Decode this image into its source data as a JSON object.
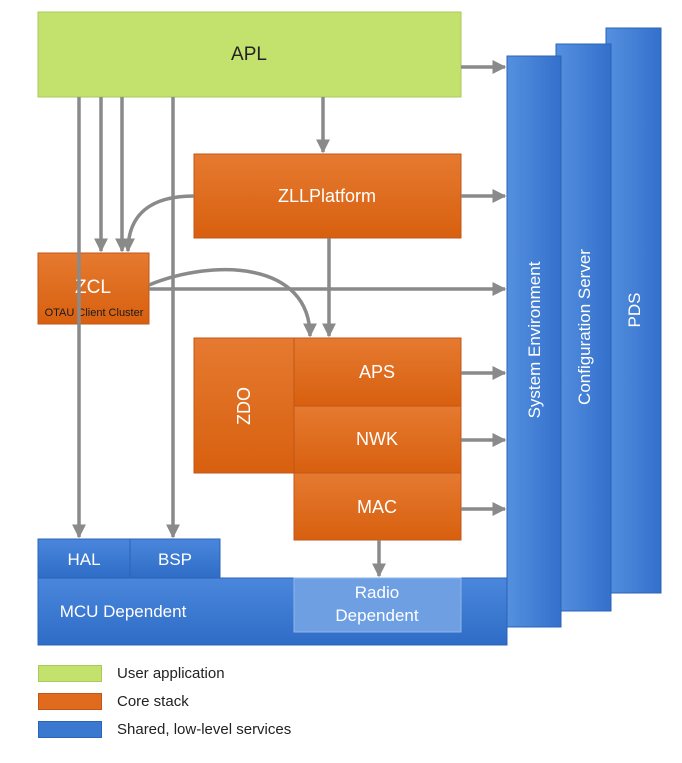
{
  "colors": {
    "user_application": "#c3e16d",
    "core_stack": "#e06b1e",
    "shared_services": "#3b79d1",
    "arrow": "#8a8a8a"
  },
  "blocks": {
    "apl": "APL",
    "zllplatform": "ZLLPlatform",
    "zcl": "ZCL",
    "zcl_sub": "OTAU Client Cluster",
    "zdo": "ZDO",
    "aps": "APS",
    "nwk": "NWK",
    "mac": "MAC",
    "hal": "HAL",
    "bsp": "BSP",
    "mcu_dependent": "MCU Dependent",
    "radio_dependent_line1": "Radio",
    "radio_dependent_line2": "Dependent",
    "system_environment": "System Environment",
    "configuration_server": "Configuration Server",
    "pds": "PDS"
  },
  "legend": [
    {
      "label": "User application",
      "color": "#c3e16d"
    },
    {
      "label": "Core stack",
      "color": "#e06b1e"
    },
    {
      "label": "Shared, low-level services",
      "color": "#3b79d1"
    }
  ]
}
